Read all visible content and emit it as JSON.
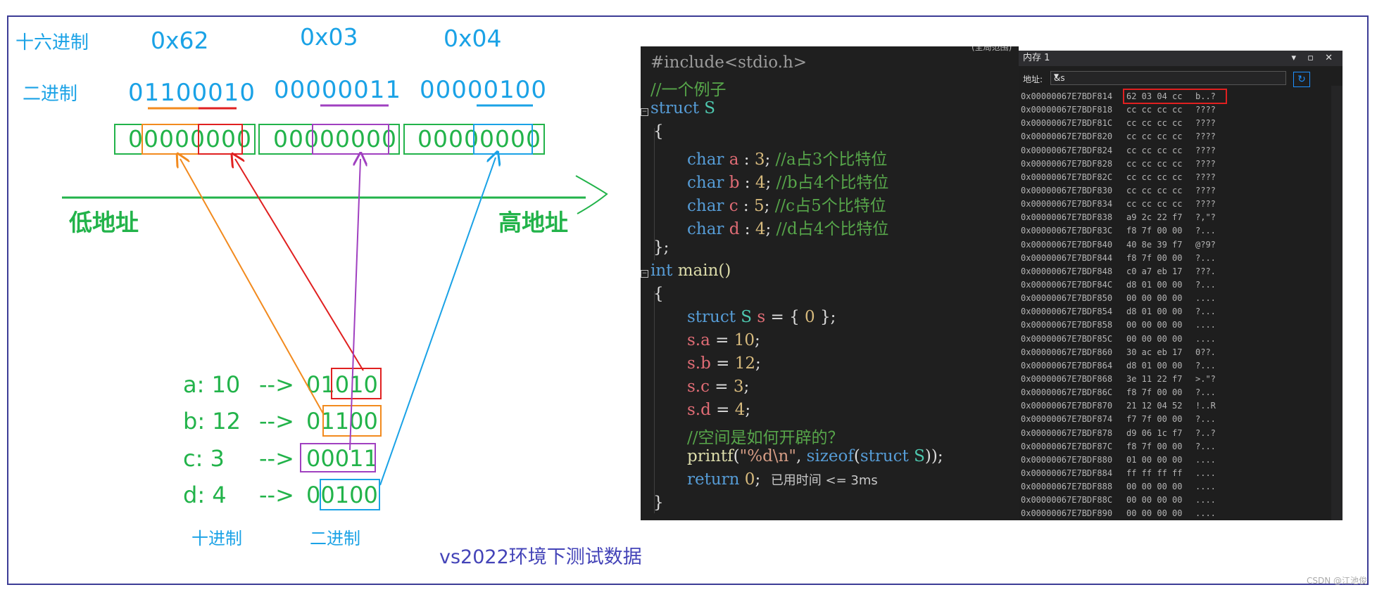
{
  "diagram": {
    "hex_label": "十六进制",
    "bin_label": "二进制",
    "hex_values": [
      "0x62",
      "0x03",
      "0x04"
    ],
    "bin_values": [
      "01100010",
      "00000011",
      "00000100"
    ],
    "byte_bits": [
      "00000000",
      "00000000",
      "00000000"
    ],
    "low_addr": "低地址",
    "high_addr": "高地址",
    "rows": [
      {
        "label": "a: 10",
        "arrow": "-->",
        "bits": "01010"
      },
      {
        "label": "b: 12",
        "arrow": "-->",
        "bits": "01100"
      },
      {
        "label": "c: 3",
        "arrow": "-->",
        "bits": "00011"
      },
      {
        "label": "d: 4",
        "arrow": "-->",
        "bits": "00100"
      }
    ],
    "dec_caption": "十进制",
    "bin_caption": "二进制",
    "env_caption": "vs2022环境下测试数据",
    "colors": {
      "a": "#e02020",
      "b": "#f28a1e",
      "c": "#a040c0",
      "d": "#1aa2e6",
      "green": "#22b34a"
    }
  },
  "editor": {
    "tab_hint": "(全局范围)",
    "lines": {
      "l1": "#include<stdio.h>",
      "l2": "//一个例子",
      "l3a": "struct",
      "l3b": "S",
      "l4": "{",
      "fields": [
        {
          "type": "char",
          "name": "a",
          "bits": "3",
          "comment": "//a占3个比特位"
        },
        {
          "type": "char",
          "name": "b",
          "bits": "4",
          "comment": "//b占4个比特位"
        },
        {
          "type": "char",
          "name": "c",
          "bits": "5",
          "comment": "//c占5个比特位"
        },
        {
          "type": "char",
          "name": "d",
          "bits": "4",
          "comment": "//d占4个比特位"
        }
      ],
      "l9": "};",
      "l10a": "int",
      "l10b": "main()",
      "l11": "{",
      "l12a": "struct",
      "l12b": "S",
      "l12c": "s",
      "l12d": "= {",
      "l12e": "0",
      "l12f": "};",
      "assigns": [
        {
          "lhs": "s.a",
          "val": "10"
        },
        {
          "lhs": "s.b",
          "val": "12"
        },
        {
          "lhs": "s.c",
          "val": "3"
        },
        {
          "lhs": "s.d",
          "val": "4"
        }
      ],
      "l17": "//空间是如何开辟的？",
      "l18a": "printf",
      "l18b": "(",
      "l18c": "\"%d\\n\"",
      "l18d": ", ",
      "l18e": "sizeof",
      "l18f": "(",
      "l18g": "struct",
      "l18h": "S",
      "l18i": "));",
      "l19a": "return",
      "l19b": "0",
      "l19c": ";",
      "timing": "已用时间 <= 3ms",
      "l20": "}"
    }
  },
  "memory": {
    "title": "内存 1",
    "controls": "▾ ▫ ✕",
    "addr_label": "地址:",
    "addr_value": "&s",
    "rows": [
      [
        "0x00000067E7BDF814",
        "62 03 04 cc",
        "b..?"
      ],
      [
        "0x00000067E7BDF818",
        "cc cc cc cc",
        "????"
      ],
      [
        "0x00000067E7BDF81C",
        "cc cc cc cc",
        "????"
      ],
      [
        "0x00000067E7BDF820",
        "cc cc cc cc",
        "????"
      ],
      [
        "0x00000067E7BDF824",
        "cc cc cc cc",
        "????"
      ],
      [
        "0x00000067E7BDF828",
        "cc cc cc cc",
        "????"
      ],
      [
        "0x00000067E7BDF82C",
        "cc cc cc cc",
        "????"
      ],
      [
        "0x00000067E7BDF830",
        "cc cc cc cc",
        "????"
      ],
      [
        "0x00000067E7BDF834",
        "cc cc cc cc",
        "????"
      ],
      [
        "0x00000067E7BDF838",
        "a9 2c 22 f7",
        "?,\"?"
      ],
      [
        "0x00000067E7BDF83C",
        "f8 7f 00 00",
        "?..."
      ],
      [
        "0x00000067E7BDF840",
        "40 8e 39 f7",
        "@?9?"
      ],
      [
        "0x00000067E7BDF844",
        "f8 7f 00 00",
        "?..."
      ],
      [
        "0x00000067E7BDF848",
        "c0 a7 eb 17",
        "???."
      ],
      [
        "0x00000067E7BDF84C",
        "d8 01 00 00",
        "?..."
      ],
      [
        "0x00000067E7BDF850",
        "00 00 00 00",
        "...."
      ],
      [
        "0x00000067E7BDF854",
        "d8 01 00 00",
        "?..."
      ],
      [
        "0x00000067E7BDF858",
        "00 00 00 00",
        "...."
      ],
      [
        "0x00000067E7BDF85C",
        "00 00 00 00",
        "...."
      ],
      [
        "0x00000067E7BDF860",
        "30 ac eb 17",
        "0??."
      ],
      [
        "0x00000067E7BDF864",
        "d8 01 00 00",
        "?..."
      ],
      [
        "0x00000067E7BDF868",
        "3e 11 22 f7",
        ">.\"?"
      ],
      [
        "0x00000067E7BDF86C",
        "f8 7f 00 00",
        "?..."
      ],
      [
        "0x00000067E7BDF870",
        "21 12 04 52",
        "!..R"
      ],
      [
        "0x00000067E7BDF874",
        "f7 7f 00 00",
        "?..."
      ],
      [
        "0x00000067E7BDF878",
        "d9 06 1c f7",
        "?..?"
      ],
      [
        "0x00000067E7BDF87C",
        "f8 7f 00 00",
        "?..."
      ],
      [
        "0x00000067E7BDF880",
        "01 00 00 00",
        "...."
      ],
      [
        "0x00000067E7BDF884",
        "ff ff ff ff",
        "...."
      ],
      [
        "0x00000067E7BDF888",
        "00 00 00 00",
        "...."
      ],
      [
        "0x00000067E7BDF88C",
        "00 00 00 00",
        "...."
      ],
      [
        "0x00000067E7BDF890",
        "00 00 00 00",
        "...."
      ]
    ]
  },
  "watermark": "CSDN @江池俊"
}
